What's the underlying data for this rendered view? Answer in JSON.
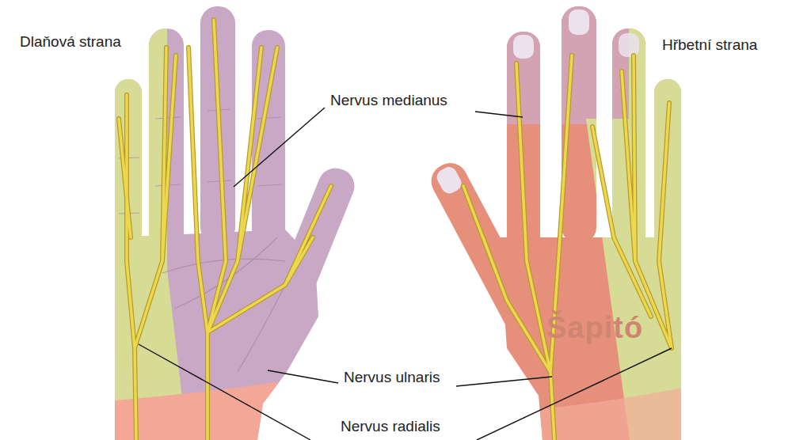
{
  "diagram": {
    "labels": [
      "Dlaňová strana",
      "Hřbetní strana",
      "Nervus medianus",
      "Nervus ulnaris",
      "Nervus radialis",
      "Šapitó"
    ]
  }
}
